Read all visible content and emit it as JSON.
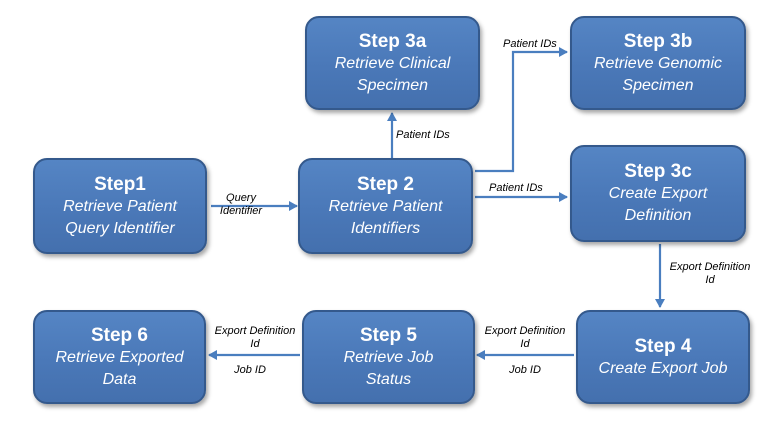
{
  "nodes": {
    "step1": {
      "title": "Step1",
      "desc": "Retrieve Patient\nQuery Identifier"
    },
    "step2": {
      "title": "Step 2",
      "desc": "Retrieve Patient\nIdentifiers"
    },
    "step3a": {
      "title": "Step 3a",
      "desc": "Retrieve Clinical\nSpecimen"
    },
    "step3b": {
      "title": "Step 3b",
      "desc": "Retrieve Genomic\nSpecimen"
    },
    "step3c": {
      "title": "Step 3c",
      "desc": "Create Export\nDefinition"
    },
    "step4": {
      "title": "Step 4",
      "desc": "Create Export Job"
    },
    "step5": {
      "title": "Step 5",
      "desc": "Retrieve Job\nStatus"
    },
    "step6": {
      "title": "Step 6",
      "desc": "Retrieve Exported\nData"
    }
  },
  "edges": {
    "e1_2": "Query\nIdentifier",
    "e2_3a": "Patient IDs",
    "e2_3b": "Patient IDs",
    "e2_3c": "Patient IDs",
    "e3c_4": "Export Definition\nId",
    "e4_5_top": "Export Definition\nId",
    "e4_5_bottom": "Job ID",
    "e5_6_top": "Export Definition\nId",
    "e5_6_bottom": "Job ID"
  },
  "colors": {
    "box_fill": "#4f7fc0",
    "box_border": "#34598c",
    "connector": "#4a7ebf"
  }
}
